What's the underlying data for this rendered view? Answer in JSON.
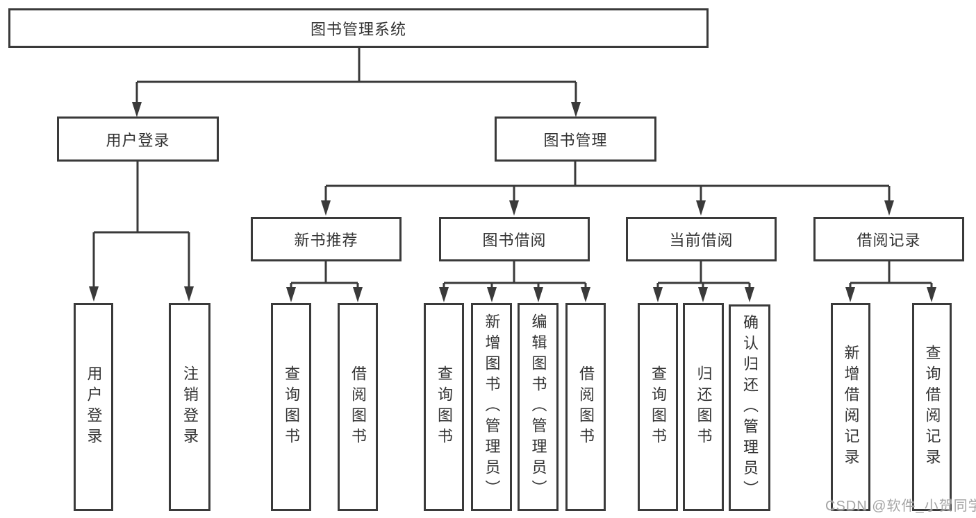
{
  "diagram": {
    "root": {
      "label": "图书管理系统"
    },
    "branches": [
      {
        "label": "用户登录",
        "children": [
          {
            "label": "用户登录"
          },
          {
            "label": "注销登录"
          }
        ]
      },
      {
        "label": "图书管理",
        "children": [
          {
            "label": "新书推荐",
            "children": [
              {
                "label": "查询图书"
              },
              {
                "label": "借阅图书"
              }
            ]
          },
          {
            "label": "图书借阅",
            "children": [
              {
                "label": "查询图书"
              },
              {
                "label": "新增图书（管理员）"
              },
              {
                "label": "编辑图书（管理员）"
              },
              {
                "label": "借阅图书"
              }
            ]
          },
          {
            "label": "当前借阅",
            "children": [
              {
                "label": "查询图书"
              },
              {
                "label": "归还图书"
              },
              {
                "label": "确认归还（管理员）"
              }
            ]
          },
          {
            "label": "借阅记录",
            "children": [
              {
                "label": "新增借阅记录"
              },
              {
                "label": "查询借阅记录"
              }
            ]
          }
        ]
      }
    ]
  },
  "watermark": {
    "text": "CSDN @软件_小贺同学"
  },
  "colors": {
    "line": "#3a3a3a",
    "text": "#333333",
    "background": "#ffffff",
    "watermark": "#9a9a9a"
  }
}
